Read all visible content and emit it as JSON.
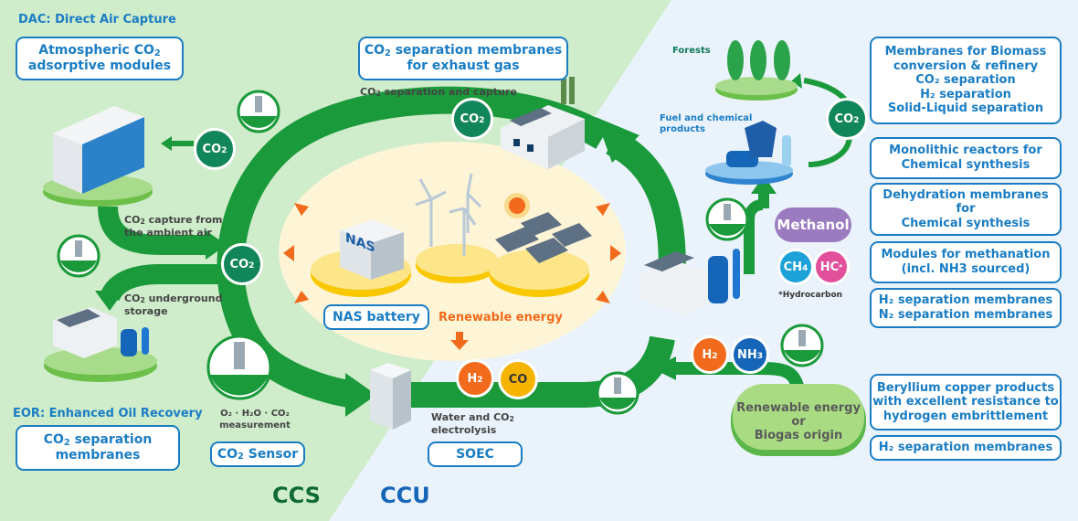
{
  "colors": {
    "ccs_bg": "#cfeccb",
    "ccu_bg": "#eaf3fb",
    "cycle_green": "#1a9a3a",
    "box_blue": "#1a7dc4",
    "co2_circle": "#10865a",
    "h2_orange": "#f26a1b",
    "co_yellow": "#f5b400",
    "nh3_blue": "#1565b8",
    "ch4_cyan": "#1ca2d8",
    "hc_pink": "#e24f9b",
    "methanol_purple": "#9b7bc0",
    "renewable_orange": "#f26a1b",
    "energy_zone": "#fdf5d6"
  },
  "sections": {
    "ccs_label": "CCS",
    "ccu_label": "CCU"
  },
  "dac": {
    "heading": "DAC: Direct Air Capture",
    "box_line1": "Atmospheric CO",
    "box_line1_sub": "2",
    "box_line2": "adsorptive modules",
    "capture_label_1": "CO",
    "capture_label_sub": "2",
    "capture_label_2": " capture from",
    "capture_label_3": "the ambient air"
  },
  "exhaust": {
    "box_line1": "CO",
    "box_line1_sub": "2",
    "box_line1_rest": " separation membranes",
    "box_line2": "for exhaust gas",
    "caption_a": "CO",
    "caption_sub": "2",
    "caption_b": " separation and capture"
  },
  "storage": {
    "caption_a": "CO",
    "caption_sub": "2",
    "caption_b": " underground",
    "caption_c": "storage"
  },
  "eor": {
    "heading": "EOR: Enhanced Oil Recovery",
    "box_line1": "CO",
    "box_line1_sub": "2",
    "box_line1_rest": " separation",
    "box_line2": "membranes"
  },
  "sensor": {
    "measure_line1": "O₂ · H₂O · CO₂",
    "measure_line2": "measurement",
    "box_a": "CO",
    "box_sub": "2",
    "box_b": " Sensor"
  },
  "energy": {
    "nas_box": "NAS battery",
    "nas_logo": "NAS",
    "renewable_label": "Renewable energy"
  },
  "soec": {
    "caption_line1_a": "Water and CO",
    "caption_line1_sub": "2",
    "caption_line2": "electrolysis",
    "box": "SOEC",
    "h2": "H",
    "h2_sub": "2",
    "co": "CO"
  },
  "co2_badges": {
    "a": "CO",
    "sub": "2"
  },
  "products": {
    "forests": "Forests",
    "fuel_line1": "Fuel and chemical",
    "fuel_line2": "products",
    "methanol": "Methanol",
    "ch4": "CH",
    "ch4_sub": "4",
    "hc": "HC",
    "hc_sup": "*",
    "hydrocarbon_note": "*Hydrocarbon"
  },
  "origin": {
    "line1": "Renewable energy",
    "line2": "or",
    "line3": "Biogas origin",
    "h2": "H",
    "h2_sub": "2",
    "nh3": "NH",
    "nh3_sub": "3"
  },
  "right_boxes": [
    {
      "lines": [
        "Membranes for Biomass",
        "conversion & refinery",
        "CO₂ separation",
        "H₂ separation",
        "Solid-Liquid separation"
      ]
    },
    {
      "lines": [
        "Monolithic reactors for",
        "Chemical synthesis"
      ]
    },
    {
      "lines": [
        "Dehydration membranes",
        "for",
        "Chemical synthesis"
      ]
    },
    {
      "lines": [
        "Modules for methanation",
        "(incl. NH3 sourced)"
      ]
    },
    {
      "lines": [
        "H₂ separation membranes",
        "N₂ separation membranes"
      ]
    },
    {
      "lines": [
        "Beryllium copper products",
        "with excellent resistance to",
        "hydrogen embrittlement"
      ]
    },
    {
      "lines": [
        "H₂ separation membranes"
      ]
    }
  ]
}
